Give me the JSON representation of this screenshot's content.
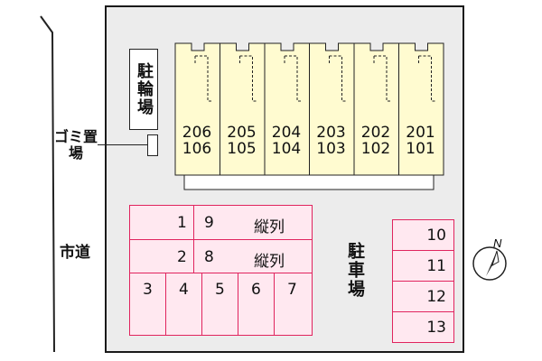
{
  "labels": {
    "bicycle_parking": "駐輪場",
    "garbage": "ゴミ置場",
    "road": "市道",
    "parking": "駐車場",
    "vertical": "縦列",
    "compass": "N"
  },
  "rooms": [
    {
      "upper": "206",
      "lower": "106"
    },
    {
      "upper": "205",
      "lower": "105"
    },
    {
      "upper": "204",
      "lower": "104"
    },
    {
      "upper": "203",
      "lower": "103"
    },
    {
      "upper": "202",
      "lower": "102"
    },
    {
      "upper": "201",
      "lower": "101"
    }
  ],
  "parking_rows": [
    {
      "left": "1",
      "right": "9"
    },
    {
      "left": "2",
      "right": "8"
    }
  ],
  "parking_bottom": [
    "3",
    "4",
    "5",
    "6",
    "7"
  ],
  "parking_right": [
    "10",
    "11",
    "12",
    "13"
  ],
  "colors": {
    "building": "#fffbd0",
    "parking": "#ffe8f0",
    "parking_border": "#e0245e",
    "lot": "#ececec"
  }
}
